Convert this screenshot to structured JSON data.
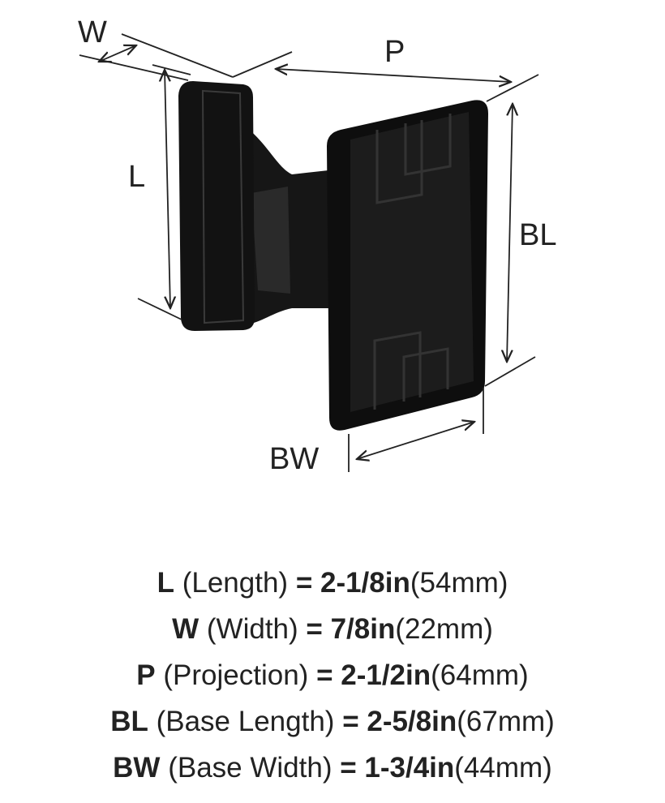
{
  "diagram": {
    "labels": {
      "W": "W",
      "P": "P",
      "L": "L",
      "BL": "BL",
      "BW": "BW"
    },
    "colors": {
      "finish": "#111111",
      "line": "#222222"
    }
  },
  "specs": [
    {
      "abbr": "L",
      "name": "(Length)",
      "imperial": "= 2-1/8in",
      "metric": "(54mm)"
    },
    {
      "abbr": "W",
      "name": "(Width)",
      "imperial": "= 7/8in",
      "metric": "(22mm)"
    },
    {
      "abbr": "P",
      "name": "(Projection)",
      "imperial": "= 2-1/2in",
      "metric": "(64mm)"
    },
    {
      "abbr": "BL",
      "name": "(Base Length)",
      "imperial": "= 2-5/8in",
      "metric": "(67mm)"
    },
    {
      "abbr": "BW",
      "name": "(Base Width)",
      "imperial": "= 1-3/4in",
      "metric": "(44mm)"
    }
  ]
}
